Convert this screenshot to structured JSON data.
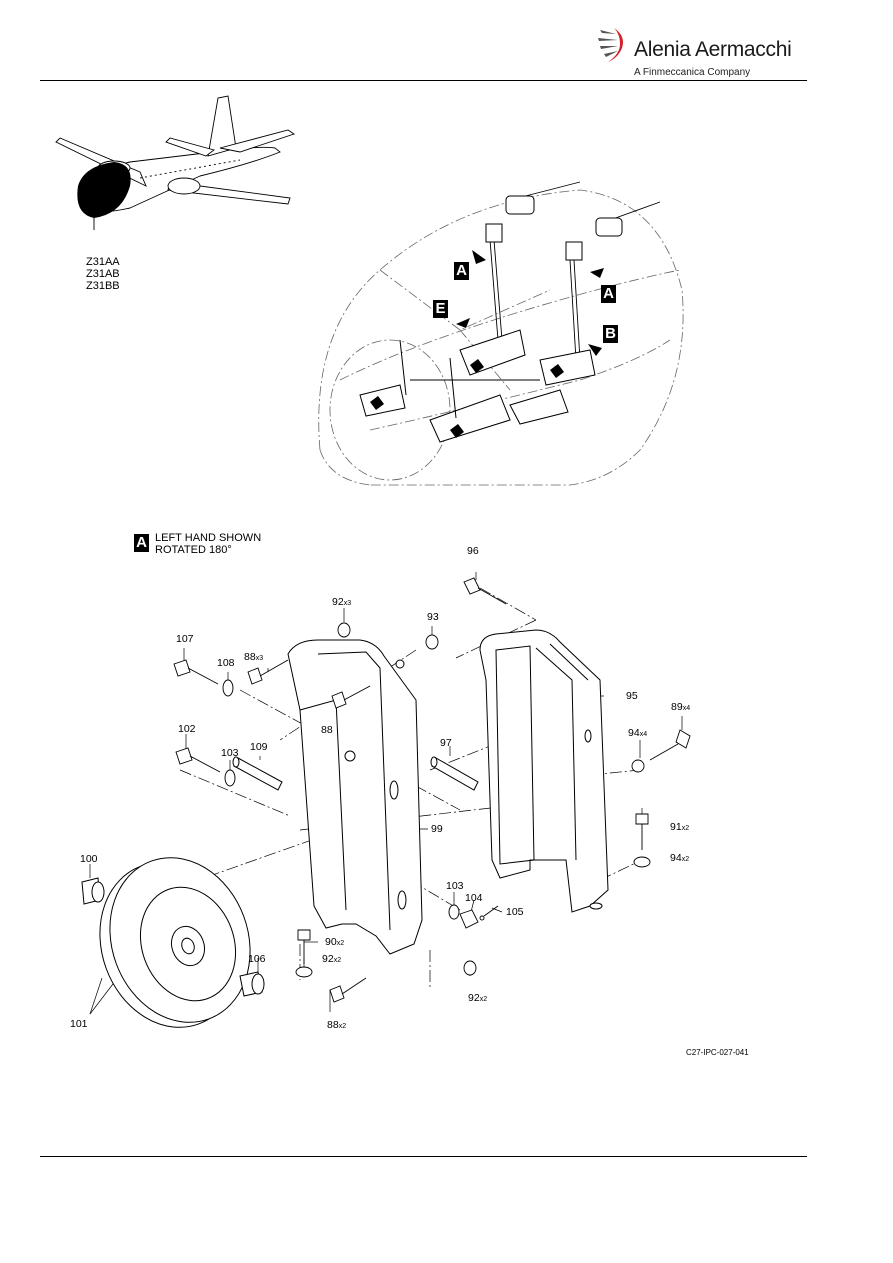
{
  "header": {
    "logo_name": "Alenia Aermacchi",
    "logo_subtitle": "A Finmeccanica Company"
  },
  "zones": [
    "Z31AA",
    "Z31AB",
    "Z31BB"
  ],
  "view_flags": [
    {
      "id": "A-left",
      "letter": "A"
    },
    {
      "id": "E",
      "letter": "E"
    },
    {
      "id": "A-right",
      "letter": "A"
    },
    {
      "id": "B",
      "letter": "B"
    }
  ],
  "legend": {
    "letter": "A",
    "line1": "LEFT HAND SHOWN",
    "line2": "ROTATED 180°"
  },
  "callouts": [
    {
      "id": "c96",
      "num": "96",
      "qty": ""
    },
    {
      "id": "c92a",
      "num": "92",
      "qty": "x3"
    },
    {
      "id": "c93",
      "num": "93",
      "qty": ""
    },
    {
      "id": "c107",
      "num": "107",
      "qty": ""
    },
    {
      "id": "c88a",
      "num": "88",
      "qty": "x3"
    },
    {
      "id": "c108",
      "num": "108",
      "qty": ""
    },
    {
      "id": "c88b",
      "num": "88",
      "qty": ""
    },
    {
      "id": "c95",
      "num": "95",
      "qty": ""
    },
    {
      "id": "c89",
      "num": "89",
      "qty": "x4"
    },
    {
      "id": "c102",
      "num": "102",
      "qty": ""
    },
    {
      "id": "c109",
      "num": "109",
      "qty": ""
    },
    {
      "id": "c103a",
      "num": "103",
      "qty": ""
    },
    {
      "id": "c97",
      "num": "97",
      "qty": ""
    },
    {
      "id": "c94a",
      "num": "94",
      "qty": "x4"
    },
    {
      "id": "c91",
      "num": "91",
      "qty": "x2"
    },
    {
      "id": "c99",
      "num": "99",
      "qty": ""
    },
    {
      "id": "c94b",
      "num": "94",
      "qty": "x2"
    },
    {
      "id": "c100",
      "num": "100",
      "qty": ""
    },
    {
      "id": "c103b",
      "num": "103",
      "qty": ""
    },
    {
      "id": "c104",
      "num": "104",
      "qty": ""
    },
    {
      "id": "c105",
      "num": "105",
      "qty": ""
    },
    {
      "id": "c90",
      "num": "90",
      "qty": "x2"
    },
    {
      "id": "c92b",
      "num": "92",
      "qty": "x2"
    },
    {
      "id": "c106",
      "num": "106",
      "qty": ""
    },
    {
      "id": "c92c",
      "num": "92",
      "qty": "x2"
    },
    {
      "id": "c88c",
      "num": "88",
      "qty": "x2"
    },
    {
      "id": "c101",
      "num": "101",
      "qty": ""
    }
  ],
  "figure_ref": "C27-IPC-027-041"
}
